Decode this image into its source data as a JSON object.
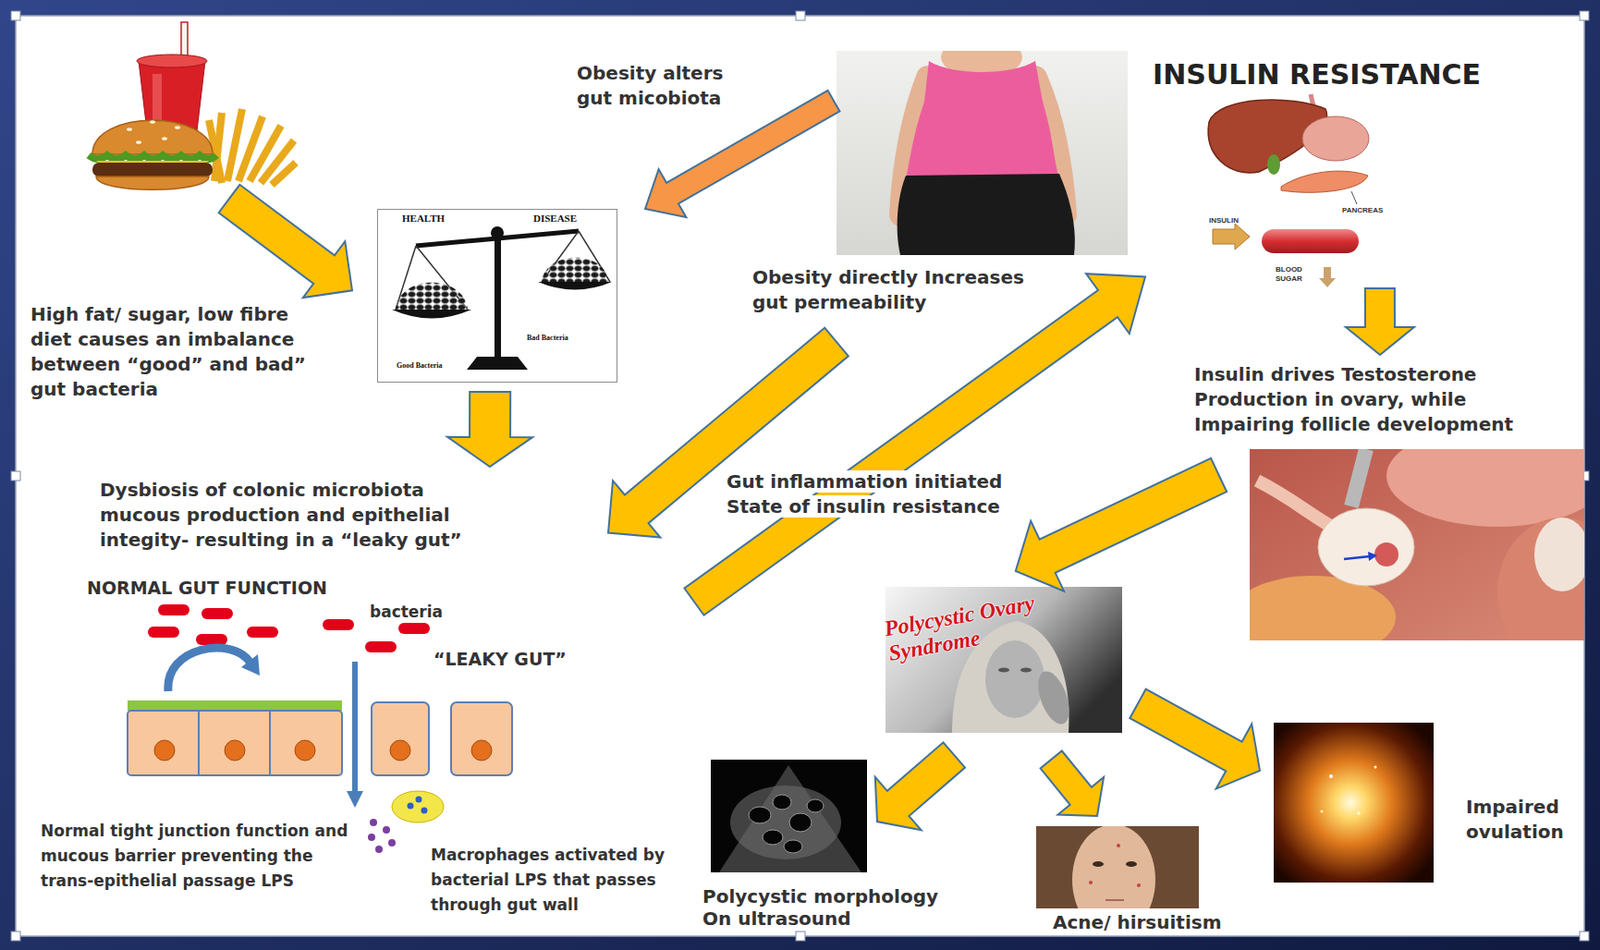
{
  "diagram": {
    "nodes": [
      {
        "text": [
          "High fat/ sugar, low fibre diet causes an imbalance between “good” and bad” gut bacteria"
        ]
      },
      {
        "text": [
          "Obesity directly Increases gut permeability"
        ]
      },
      {
        "text": [
          "INSULIN RESISTANCE",
          "INSULIN",
          "PANCREAS",
          "BLOOD SUGAR"
        ]
      },
      {
        "text": [
          "HEALTH",
          "DISEASE",
          "Good Bacteria",
          "Bad Bacteria"
        ]
      },
      {
        "text": [
          "Insulin drives Testosterone Production in ovary, while Impairing follicle development"
        ]
      },
      {
        "text": [
          "Dysbiosis of colonic microbiota mucous production and epithelial integity- resulting in a “leaky gut”"
        ]
      },
      {
        "text": [
          "NORMAL GUT FUNCTION",
          "bacteria",
          "“LEAKY GUT”",
          "Normal tight junction function and mucous barrier preventing the trans-epithelial passage LPS",
          "Macrophages activated by bacterial LPS that passes through gut wall"
        ]
      },
      {
        "text": [
          "Polycystic Ovary Syndrome"
        ]
      },
      {
        "text": [
          "Polycystic morphology On ultrasound"
        ]
      },
      {
        "text": [
          "Acne/ hirsuitism"
        ]
      },
      {
        "text": [
          "Impaired ovulation"
        ]
      }
    ],
    "edges": [
      {
        "from": 0,
        "to": 3,
        "arrow": "to"
      },
      {
        "from": 1,
        "to": 3,
        "label": "Obesity alters gut micobiota",
        "arrow": "to"
      },
      {
        "from": 3,
        "to": 5,
        "arrow": "to"
      },
      {
        "from": 1,
        "to": 5,
        "arrow": "to"
      },
      {
        "from": 6,
        "to": 2,
        "label": "Gut inflammation initiated State of insulin resistance",
        "arrow": "to"
      },
      {
        "from": 2,
        "to": 4,
        "arrow": "to"
      },
      {
        "from": 4,
        "to": 7,
        "arrow": "to"
      },
      {
        "from": 7,
        "to": 8,
        "arrow": "to"
      },
      {
        "from": 7,
        "to": 9,
        "arrow": "to"
      },
      {
        "from": 7,
        "to": 10,
        "arrow": "to"
      }
    ]
  }
}
